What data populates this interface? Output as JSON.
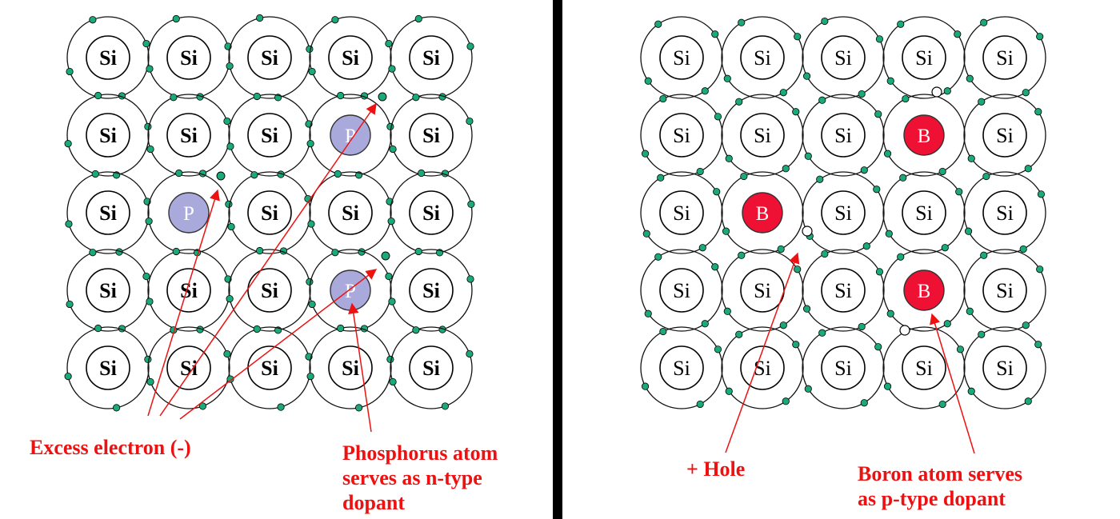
{
  "colors": {
    "electron": "#1ba97b",
    "phosphorus": "#a9aadb",
    "boron": "#ee1133",
    "annotation": "#ee1111",
    "hole": "#ffffff"
  },
  "left_panel": {
    "atoms": [
      [
        "Si",
        "Si",
        "Si",
        "Si",
        "Si"
      ],
      [
        "Si",
        "Si",
        "Si",
        "P",
        "Si"
      ],
      [
        "Si",
        "P",
        "Si",
        "Si",
        "Si"
      ],
      [
        "Si",
        "Si",
        "Si",
        "P",
        "Si"
      ],
      [
        "Si",
        "Si",
        "Si",
        "Si",
        "Si"
      ]
    ],
    "excess_label": "Excess electron (-)",
    "dopant_label": [
      "Phosphorus atom",
      "serves as n-type",
      "dopant"
    ]
  },
  "right_panel": {
    "atoms": [
      [
        "Si",
        "Si",
        "Si",
        "Si",
        "Si"
      ],
      [
        "Si",
        "Si",
        "Si",
        "B",
        "Si"
      ],
      [
        "Si",
        "B",
        "Si",
        "Si",
        "Si"
      ],
      [
        "Si",
        "Si",
        "Si",
        "B",
        "Si"
      ],
      [
        "Si",
        "Si",
        "Si",
        "Si",
        "Si"
      ]
    ],
    "hole_label": "+ Hole",
    "dopant_label": [
      "Boron atom serves",
      "as p-type dopant"
    ]
  }
}
